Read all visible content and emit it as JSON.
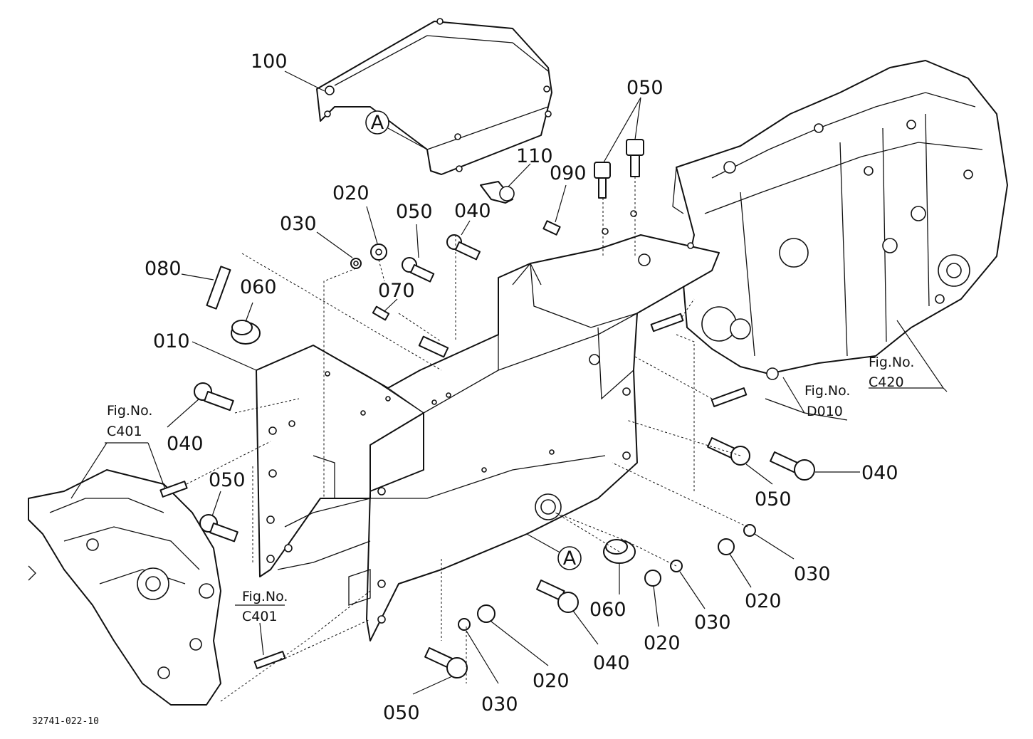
{
  "diagram": {
    "part_labels": {
      "p100": "100",
      "p110": "110",
      "p090": "090",
      "p050_top": "050",
      "p020_a": "020",
      "p050_a": "050",
      "p040_a": "040",
      "p030_a": "030",
      "p080": "080",
      "p060_a": "060",
      "p070": "070",
      "p010": "010",
      "p040_left": "040",
      "p050_left": "050",
      "p040_right": "040",
      "p050_right": "050",
      "p030_r1": "030",
      "p020_r1": "020",
      "p030_r2": "030",
      "p020_r2": "020",
      "p060_b": "060",
      "p040_b": "040",
      "p020_b": "020",
      "p030_b": "030",
      "p050_b": "050"
    },
    "callouts": {
      "a_top": "A",
      "a_bottom": "A"
    },
    "figure_refs": {
      "c401_top_a": "Fig.No.",
      "c401_top_b": "C401",
      "c401_bot_a": "Fig.No.",
      "c401_bot_b": "C401",
      "d010_a": "Fig.No.",
      "d010_b": "D010",
      "c420_a": "Fig.No.",
      "c420_b": "C420"
    },
    "drawing_code": "32741-022-10"
  }
}
